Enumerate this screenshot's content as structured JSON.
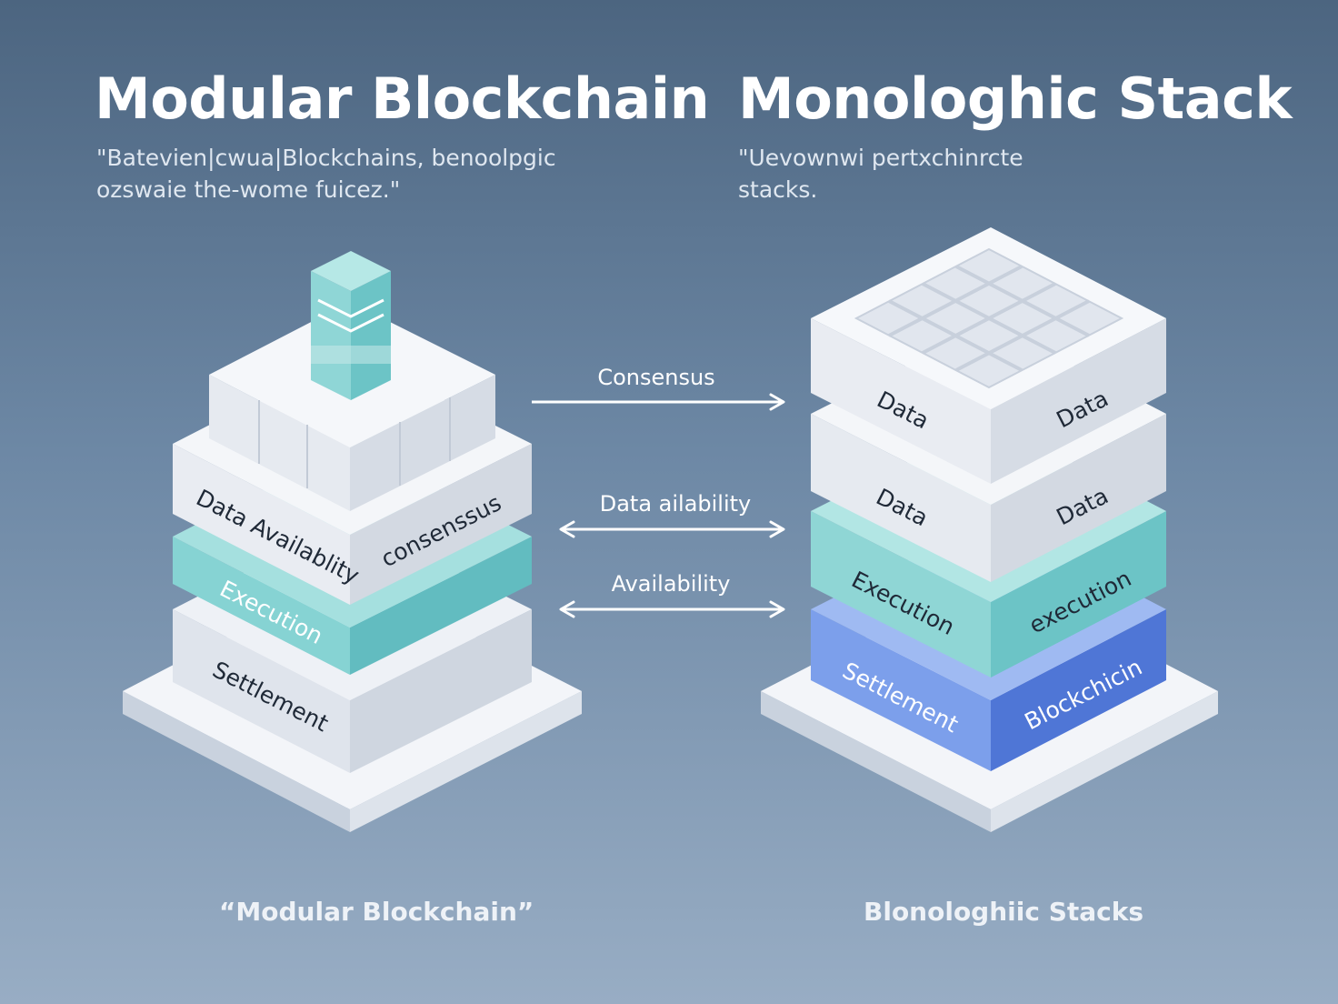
{
  "left": {
    "title": "Modular Blockchain",
    "subtitle": "\"Batevien|cwua|Blockchains, benoolpgic\nozswaie the-wome fuicez.\"",
    "caption": "“Modular Blockchain”",
    "layers": {
      "data_availability": "Data Availablity",
      "consensus": "consenssus",
      "execution": "Execution",
      "settlement": "Settlement"
    }
  },
  "right": {
    "title": "Monologhic Stack",
    "subtitle": "\"Uevownwi pertxchinrcte\nstacks.",
    "caption": "Blonologhiic Stacks",
    "layers": {
      "data_left_1": "Data",
      "data_right_1": "Data",
      "data_left_2": "Data",
      "data_right_2": "Data",
      "execution_left": "Execution",
      "execution_right": "execution",
      "settlement_left": "Settlement",
      "settlement_right": "Blockchicin"
    }
  },
  "arrows": [
    {
      "label": "Consensus",
      "direction": "right"
    },
    {
      "label": "Data ailability",
      "direction": "both"
    },
    {
      "label": "Availability",
      "direction": "both"
    }
  ],
  "colors": {
    "slab_white": "#e8ecf2",
    "slab_teal": "#79cdd0",
    "slab_blue": "#5b86e0",
    "base": "#f1f4f8",
    "arrow": "#ffffff"
  }
}
